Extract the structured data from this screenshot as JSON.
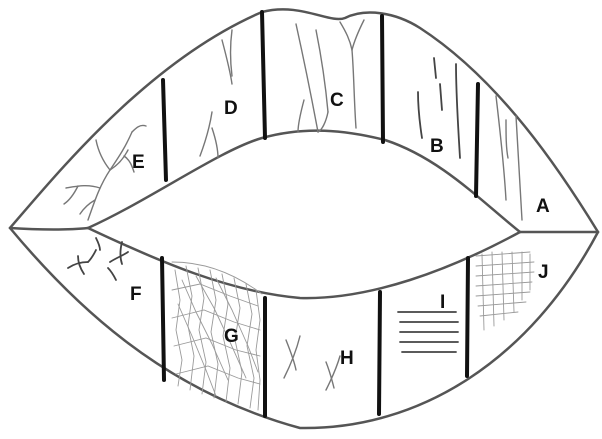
{
  "regions": [
    {
      "id": "a",
      "label": "A"
    },
    {
      "id": "b",
      "label": "B"
    },
    {
      "id": "c",
      "label": "C"
    },
    {
      "id": "d",
      "label": "D"
    },
    {
      "id": "e",
      "label": "E"
    },
    {
      "id": "f",
      "label": "F"
    },
    {
      "id": "g",
      "label": "G"
    },
    {
      "id": "h",
      "label": "H"
    },
    {
      "id": "i",
      "label": "I"
    },
    {
      "id": "j",
      "label": "J"
    }
  ],
  "colors": {
    "outline": "#555555",
    "divider": "#111111",
    "texture": "#777777",
    "label": "#111111",
    "background": "#ffffff"
  }
}
